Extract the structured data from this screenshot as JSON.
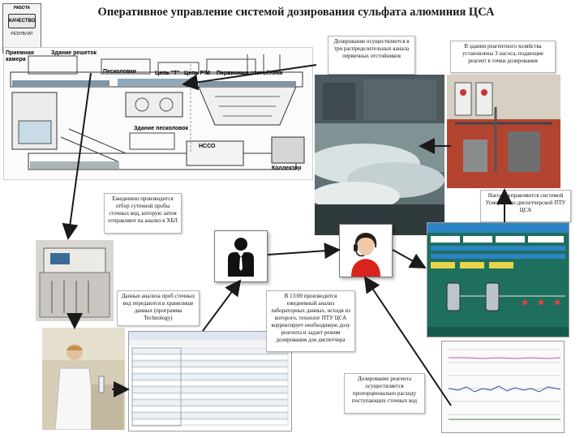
{
  "title": "Оперативное управление системой дозирования сульфата алюминия ЦСА",
  "logo": {
    "top_text": "РАБОТА",
    "badge_text": "КАЧЕСТВО",
    "bottom_text": "РЕЗУЛЬТАТ"
  },
  "scheme": {
    "labels": {
      "receiving_chamber": "Приемная камера",
      "grates_building": "Здание решеток",
      "sand_traps": "Песколовки",
      "channel_t": "Цепь \"Т\"",
      "channel_rm": "Цепь Р/М",
      "primary_settlers": "Первичные отстойники",
      "sand_building": "Здание песколовок",
      "tank": "НССО",
      "collector": "Коллектор"
    }
  },
  "notes": {
    "dosing_channels": "Дозирование осуществляется в три распределительных канала первичных отстойников",
    "reagent_building": "В здании реагентного хозяйства установлены 3 насоса, подающие реагент в точки дозирования",
    "daily_sampling": "Ежедневно производится отбор суточной пробы сточных вод, которую затем отправляют на анализ в ХБЛ",
    "pumps_control": "Насосы управляются системой Усморгин из диспетчерской ПТУ ЦСА",
    "data_transfer": "Данные анализа проб сточных вод передаются в хранилище данных (программа Technology)",
    "daily_analysis": "В 13:00 производится ежедневный анализ лабораторных данных, исходя из которого, технолог ПТУ ЦСА корректирует необходимую дозу реагента и задает режим дозирования для диспетчера",
    "proportional_dosing": "Дозирование реагента осуществляется пропорционально расходу поступающих сточных вод"
  },
  "icons": {
    "technologist": "person-icon",
    "dispatcher": "operator-headset-icon"
  },
  "colors": {
    "scada_bg": "#1f6f5e",
    "scada_accent": "#2b84c4",
    "water": "#9fb8c8",
    "arrow": "#1a1a1a",
    "dispatcher_shirt": "#d8231f"
  }
}
